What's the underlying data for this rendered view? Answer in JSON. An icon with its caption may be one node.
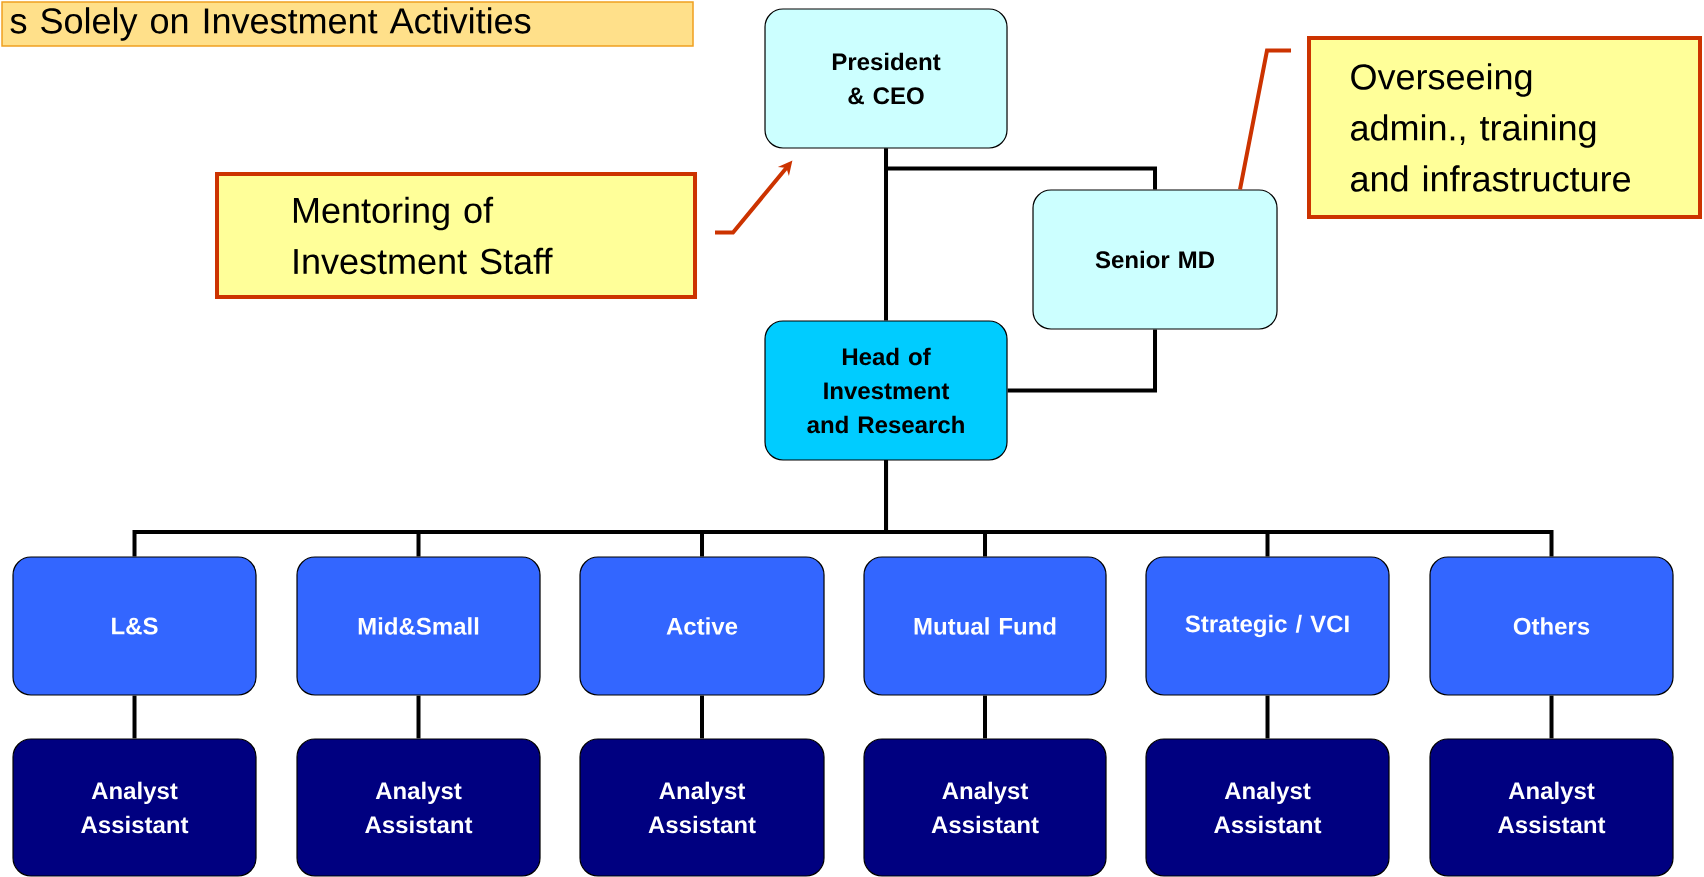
{
  "diagram": {
    "nodes": [
      {
        "text": [
          "s Solely on Investment Activities"
        ]
      },
      {
        "text": [
          "President & CEO"
        ]
      },
      {
        "text": [
          "Mentoring of Investment Staff"
        ]
      },
      {
        "text": [
          "Overseeing admin., training and infrastructure"
        ]
      },
      {
        "text": [
          "Senior MD"
        ]
      },
      {
        "text": [
          "Head of Investment and Research"
        ]
      },
      {
        "text": [
          "L&S"
        ]
      },
      {
        "text": [
          "Mid&Small"
        ]
      },
      {
        "text": [
          "Active"
        ]
      },
      {
        "text": [
          "Mutual Fund"
        ]
      },
      {
        "text": [
          "Strategic / VCI"
        ]
      },
      {
        "text": [
          "Others"
        ]
      },
      {
        "text": [
          "Analyst Assistant"
        ]
      },
      {
        "text": [
          "Analyst Assistant"
        ]
      },
      {
        "text": [
          "Analyst Assistant"
        ]
      },
      {
        "text": [
          "Analyst Assistant"
        ]
      },
      {
        "text": [
          "Analyst Assistant"
        ]
      },
      {
        "text": [
          "Analyst Assistant"
        ]
      }
    ],
    "edges": [
      {
        "from": 1,
        "to": 5,
        "arrow": "none"
      },
      {
        "from": 1,
        "to": 4,
        "arrow": "none"
      },
      {
        "from": 4,
        "to": 5,
        "arrow": "none"
      },
      {
        "from": 5,
        "to": 6,
        "arrow": "none"
      },
      {
        "from": 5,
        "to": 7,
        "arrow": "none"
      },
      {
        "from": 5,
        "to": 8,
        "arrow": "none"
      },
      {
        "from": 5,
        "to": 9,
        "arrow": "none"
      },
      {
        "from": 5,
        "to": 10,
        "arrow": "none"
      },
      {
        "from": 5,
        "to": 11,
        "arrow": "none"
      },
      {
        "from": 6,
        "to": 12,
        "arrow": "none"
      },
      {
        "from": 7,
        "to": 13,
        "arrow": "none"
      },
      {
        "from": 8,
        "to": 14,
        "arrow": "none"
      },
      {
        "from": 9,
        "to": 15,
        "arrow": "none"
      },
      {
        "from": 10,
        "to": 16,
        "arrow": "none"
      },
      {
        "from": 11,
        "to": 17,
        "arrow": "none"
      },
      {
        "from": 2,
        "to": 1,
        "arrow": "to",
        "color": "#cc3300"
      },
      {
        "from": 3,
        "to": 4,
        "arrow": "none",
        "color": "#cc3300"
      }
    ]
  }
}
